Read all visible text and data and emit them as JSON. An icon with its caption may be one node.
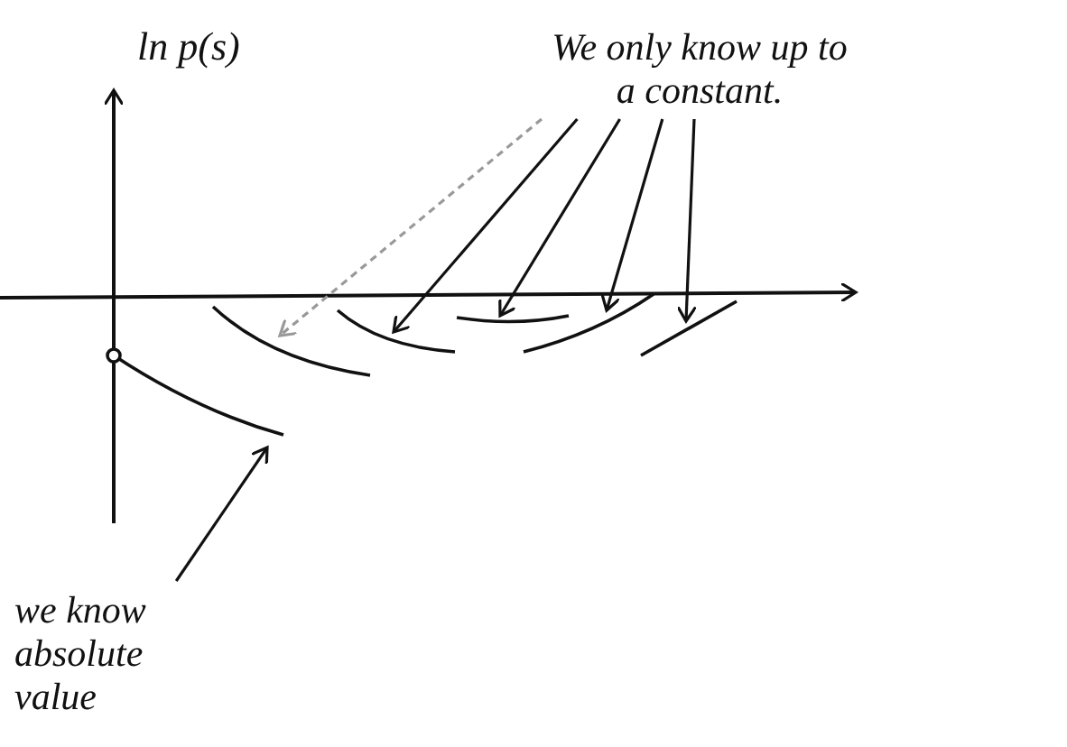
{
  "diagram": {
    "nodes": [
      {
        "text": [
          "We only know up to a constant."
        ]
      },
      {
        "text": [],
        "shape": "arc"
      },
      {
        "text": [],
        "shape": "arc"
      },
      {
        "text": [],
        "shape": "arc"
      },
      {
        "text": [],
        "shape": "arc"
      },
      {
        "text": [],
        "shape": "arc"
      },
      {
        "text": [],
        "shape": "curve"
      },
      {
        "text": [
          "we know absolute value"
        ]
      }
    ],
    "edges": [
      {
        "from": 0,
        "to": 1,
        "arrow": "to",
        "style": "dashed",
        "color": "#999999"
      },
      {
        "from": 0,
        "to": 2,
        "arrow": "to"
      },
      {
        "from": 0,
        "to": 3,
        "arrow": "to"
      },
      {
        "from": 0,
        "to": 4,
        "arrow": "to"
      },
      {
        "from": 0,
        "to": 5,
        "arrow": "to"
      },
      {
        "from": 7,
        "to": 6,
        "arrow": "to"
      }
    ],
    "labels": [
      "ln p(s)"
    ]
  }
}
